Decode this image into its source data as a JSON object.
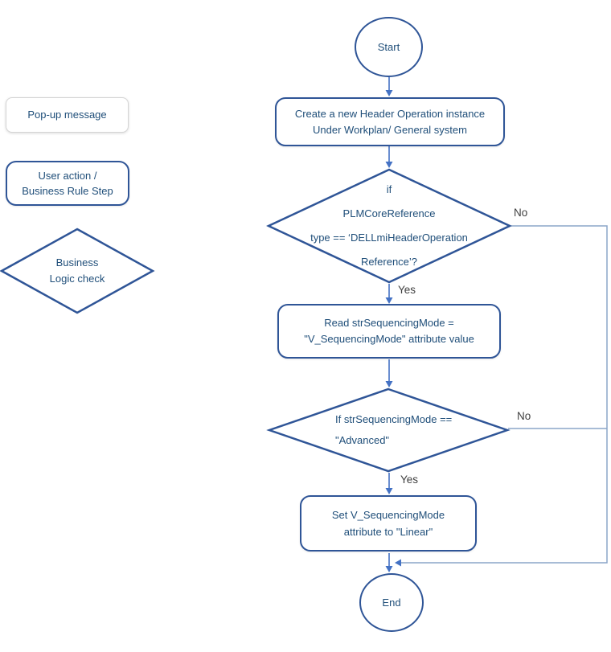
{
  "colors": {
    "shape_border": "#2f5597",
    "text": "#1f4e79",
    "arrow": "#4472c4",
    "bypass_line": "#8ba5c9",
    "label_text": "#3f3f3f",
    "legend_popup_border": "#d4d4d4"
  },
  "legend": {
    "popup": {
      "label": "Pop-up message"
    },
    "user_action": {
      "line1": "User action /",
      "line2": "Business Rule Step"
    },
    "logic_check": {
      "line1": "Business",
      "line2": "Logic check"
    }
  },
  "flow": {
    "start": {
      "label": "Start"
    },
    "step1": {
      "line1": "Create a new Header Operation instance",
      "line2": "Under Workplan/ General system"
    },
    "decision1": {
      "line1": "if",
      "line2": "PLMCoreReference",
      "line3": "type == ‘DELLmiHeaderOperation",
      "line4": "Reference’?"
    },
    "decision1_yes": "Yes",
    "decision1_no": "No",
    "step2": {
      "line1": "Read strSequencingMode =",
      "line2": "\"V_SequencingMode\" attribute value"
    },
    "decision2": {
      "line1": "If strSequencingMode ==",
      "line2": "\"Advanced\""
    },
    "decision2_yes": "Yes",
    "decision2_no": "No",
    "step3": {
      "line1": "Set V_SequencingMode",
      "line2": "attribute to \"Linear\""
    },
    "end": {
      "label": "End"
    }
  }
}
